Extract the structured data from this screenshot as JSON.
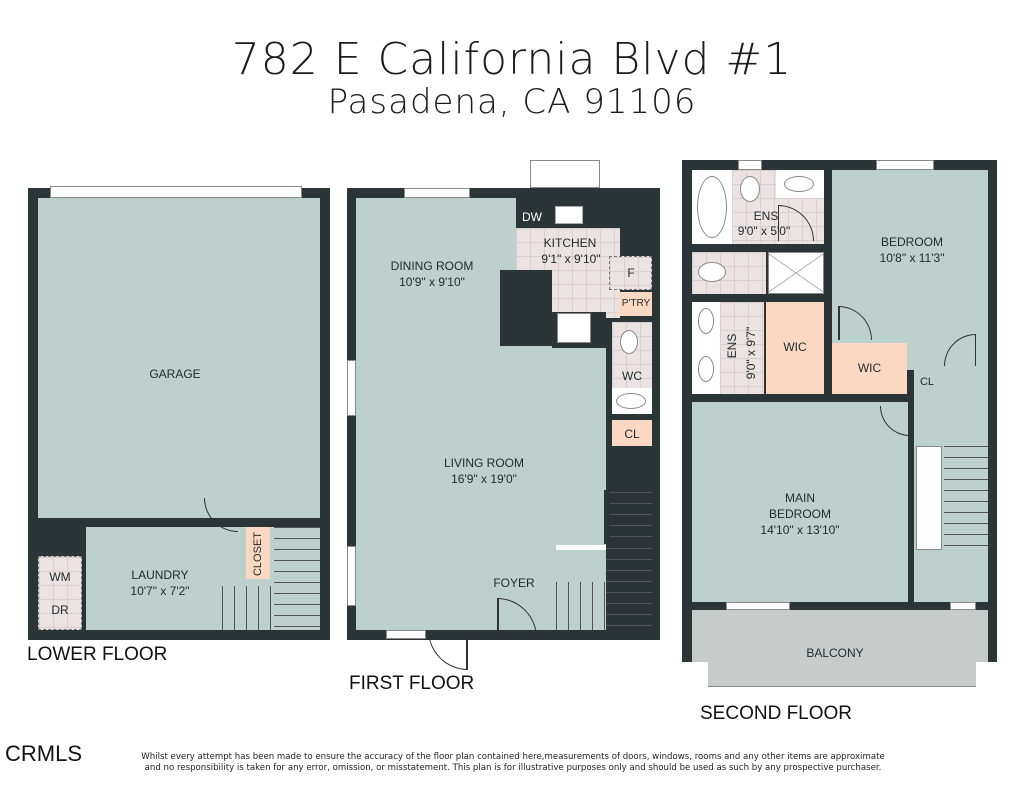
{
  "header": {
    "title": "782 E California Blvd #1",
    "subtitle": "Pasadena, CA 91106"
  },
  "colors": {
    "wall": "#2b3538",
    "room": "#bcd0cd",
    "tile": "#ebe2e2",
    "closet": "#fbd8c1",
    "balcony": "#c7cccb"
  },
  "floors": {
    "lower": {
      "label": "LOWER FLOOR",
      "rooms": {
        "garage": {
          "name": "GARAGE"
        },
        "laundry": {
          "name": "LAUNDRY",
          "dims": "10'7\" x 7'2\""
        },
        "closet": {
          "name": "CLOSET"
        },
        "wm": {
          "name": "WM"
        },
        "dr": {
          "name": "DR"
        }
      }
    },
    "first": {
      "label": "FIRST FLOOR",
      "rooms": {
        "dining": {
          "name": "DINING ROOM",
          "dims": "10'9\" x 9'10\""
        },
        "kitchen": {
          "name": "KITCHEN",
          "dims": "9'1\" x 9'10\""
        },
        "dw": {
          "name": "DW"
        },
        "fridge": {
          "name": "F"
        },
        "pantry": {
          "name": "P'TRY"
        },
        "wc": {
          "name": "WC"
        },
        "cl": {
          "name": "CL"
        },
        "living": {
          "name": "LIVING ROOM",
          "dims": "16'9\" x 19'0\""
        },
        "foyer": {
          "name": "FOYER"
        }
      }
    },
    "second": {
      "label": "SECOND FLOOR",
      "rooms": {
        "ens1": {
          "name": "ENS",
          "dims": "9'0\" x 5'0\""
        },
        "bedroom": {
          "name": "BEDROOM",
          "dims": "10'8\" x 11'3\""
        },
        "ens2": {
          "name": "ENS",
          "dims": "9'0\" x 9'7\""
        },
        "wic1": {
          "name": "WIC"
        },
        "wic2": {
          "name": "WIC"
        },
        "cl": {
          "name": "CL"
        },
        "main_bedroom": {
          "name": "MAIN",
          "name2": "BEDROOM",
          "dims": "14'10\" x 13'10\""
        },
        "balcony": {
          "name": "BALCONY"
        }
      }
    }
  },
  "footer": {
    "source": "CRMLS",
    "disclaimer_line1": "Whilst every attempt has been made to ensure the accuracy of the floor plan contained here,measurements of doors, windows, rooms and any other items are approximate",
    "disclaimer_line2": "and no responsibility is taken for any error, omission, or misstatement. This plan is for illustrative purposes only and should be used as such by any prospective purchaser."
  }
}
